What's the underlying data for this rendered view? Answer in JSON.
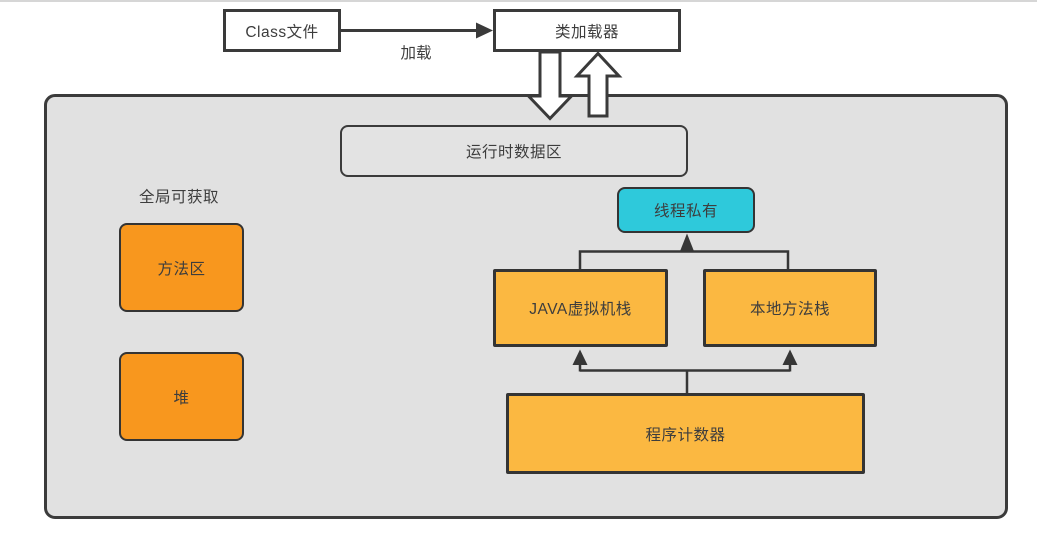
{
  "nodes": {
    "class_file": {
      "label": "Class文件"
    },
    "class_loader": {
      "label": "类加载器"
    },
    "runtime_data_area": {
      "label": "运行时数据区"
    },
    "global_note": {
      "label": "全局可获取"
    },
    "method_area": {
      "label": "方法区"
    },
    "heap": {
      "label": "堆"
    },
    "thread_private": {
      "label": "线程私有"
    },
    "jvm_stack": {
      "label": "JAVA虚拟机栈"
    },
    "native_method_stack": {
      "label": "本地方法栈"
    },
    "program_counter": {
      "label": "程序计数器"
    }
  },
  "edges": {
    "load": {
      "label": "加载"
    }
  },
  "colors": {
    "orange_box": "#F8971E",
    "amber_box": "#FBB841",
    "cyan_box": "#2EC9DB",
    "container_fill": "#E1E1E1",
    "runtime_box_fill": "#E3E3E3",
    "border_dark": "#3A3A3A",
    "text": "#3D3D3D",
    "top_strip": "#D6D6D6"
  }
}
